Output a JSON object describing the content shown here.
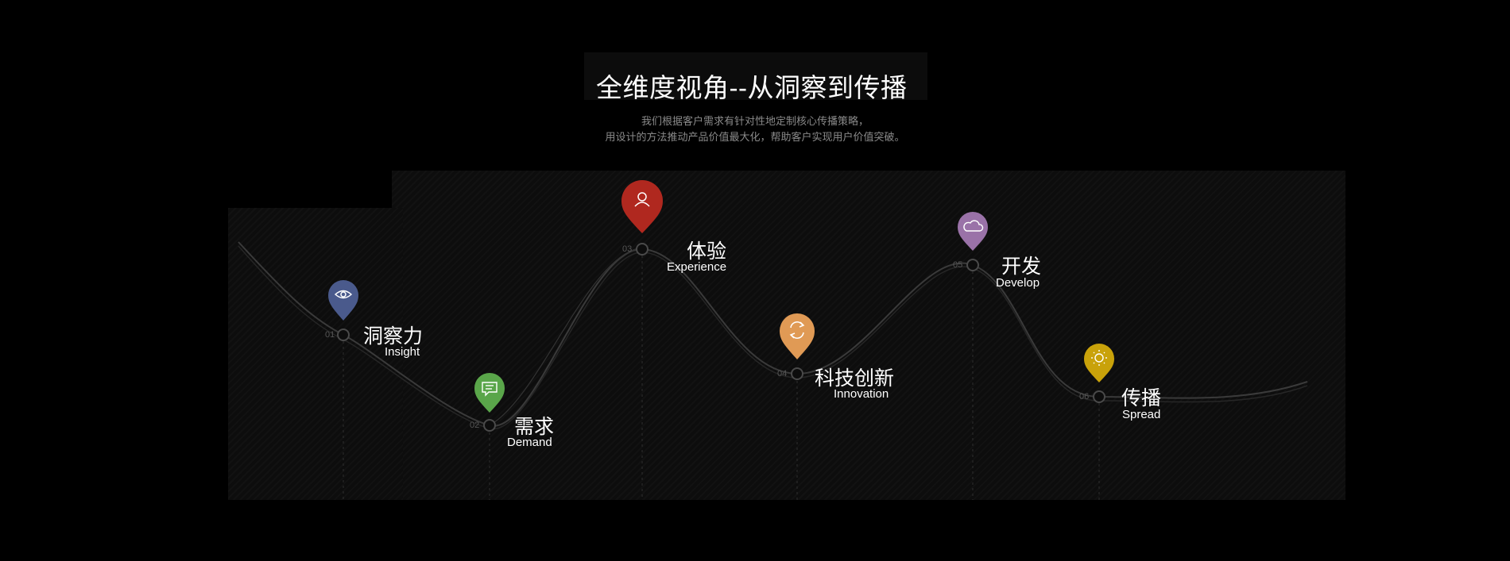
{
  "header": {
    "title": "全维度视角--从洞察到传播",
    "desc_line1": "我们根据客户需求有针对性地定制核心传播策略，",
    "desc_line2": "用设计的方法推动产品价值最大化，帮助客户实现用户价值突破。"
  },
  "steps": [
    {
      "num": "01",
      "cn": "洞察力",
      "en": "Insight",
      "icon": "eye-icon",
      "color": "#4a5a8c"
    },
    {
      "num": "02",
      "cn": "需求",
      "en": "Demand",
      "icon": "message-icon",
      "color": "#5aa64a"
    },
    {
      "num": "03",
      "cn": "体验",
      "en": "Experience",
      "icon": "user-icon",
      "color": "#b0281f"
    },
    {
      "num": "04",
      "cn": "科技创新",
      "en": "Innovation",
      "icon": "refresh-icon",
      "color": "#e09a55"
    },
    {
      "num": "05",
      "cn": "开发",
      "en": "Develop",
      "icon": "cloud-icon",
      "color": "#9a72a8"
    },
    {
      "num": "06",
      "cn": "传播",
      "en": "Spread",
      "icon": "sun-icon",
      "color": "#c9a20a"
    }
  ]
}
